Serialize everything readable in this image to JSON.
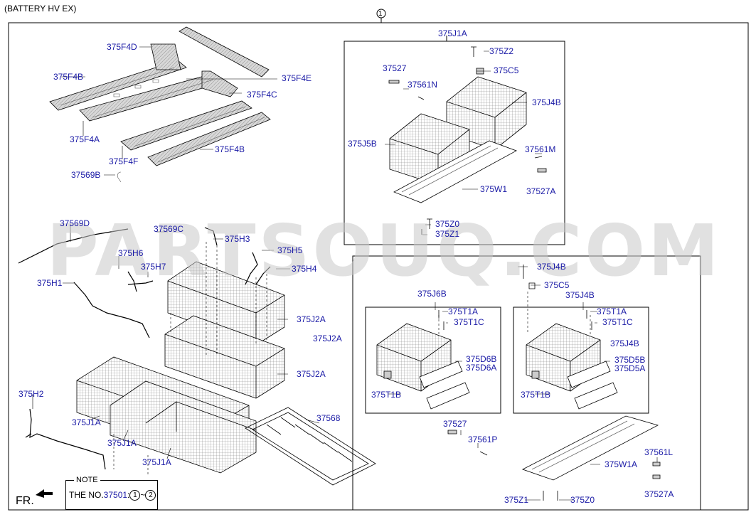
{
  "header": {
    "title": "(BATTERY HV EX)",
    "ref_index": "1"
  },
  "watermark": "PARTSOUQ.COM",
  "labels": {
    "l375F4D": "375F4D",
    "l375F4B_top": "375F4B",
    "l375F4E": "375F4E",
    "l375F4C": "375F4C",
    "l375F4A": "375F4A",
    "l375F4F": "375F4F",
    "l375F4B_mid": "375F4B",
    "l37569B": "37569B",
    "l375J1A_top": "375J1A",
    "l375Z2": "375Z2",
    "l37527_top": "37527",
    "l375C5_top": "375C5",
    "l37561N": "37561N",
    "l375J4B_top": "375J4B",
    "l375J5B": "375J5B",
    "l37561M": "37561M",
    "l37527A_top": "37527A",
    "l375W1": "375W1",
    "l375Z0_top": "375Z0",
    "l375Z1_top": "375Z1",
    "l37569D": "37569D",
    "l37569C": "37569C",
    "l375H3": "375H3",
    "l375H6": "375H6",
    "l375H5": "375H5",
    "l375H7": "375H7",
    "l375H4": "375H4",
    "l375H1": "375H1",
    "l375J2A_a": "375J2A",
    "l375J2A_b": "375J2A",
    "l375J2A_c": "375J2A",
    "l375H2": "375H2",
    "l375J1A_a": "375J1A",
    "l375J1A_b": "375J1A",
    "l375J1A_c": "375J1A",
    "l37568": "37568",
    "l375J4B_r1": "375J4B",
    "l375C5_r": "375C5",
    "l375J6B": "375J6B",
    "l375J4B_r2": "375J4B",
    "l375T1A_l": "375T1A",
    "l375T1C_l": "375T1C",
    "l375T1A_r": "375T1A",
    "l375T1C_r": "375T1C",
    "l375J4B_r3": "375J4B",
    "l375D6B": "375D6B",
    "l375D6A": "375D6A",
    "l375D5B": "375D5B",
    "l375D5A": "375D5A",
    "l375T1B_l": "375T1B",
    "l375T1B_r": "375T1B",
    "l37527_bot": "37527",
    "l37561P": "37561P",
    "l37561L": "37561L",
    "l375W1A": "375W1A",
    "l37527A_bot": "37527A",
    "l375Z1_bot": "375Z1",
    "l375Z0_bot": "375Z0"
  },
  "note": {
    "title": "NOTE",
    "prefix": "THE NO.",
    "part": "37501",
    "c1": "1",
    "sep": "~",
    "c2": "2"
  },
  "direction": "FR.",
  "colors": {
    "label": "#1a1aa6",
    "line": "#000000",
    "watermark": "#c8c8c8"
  }
}
